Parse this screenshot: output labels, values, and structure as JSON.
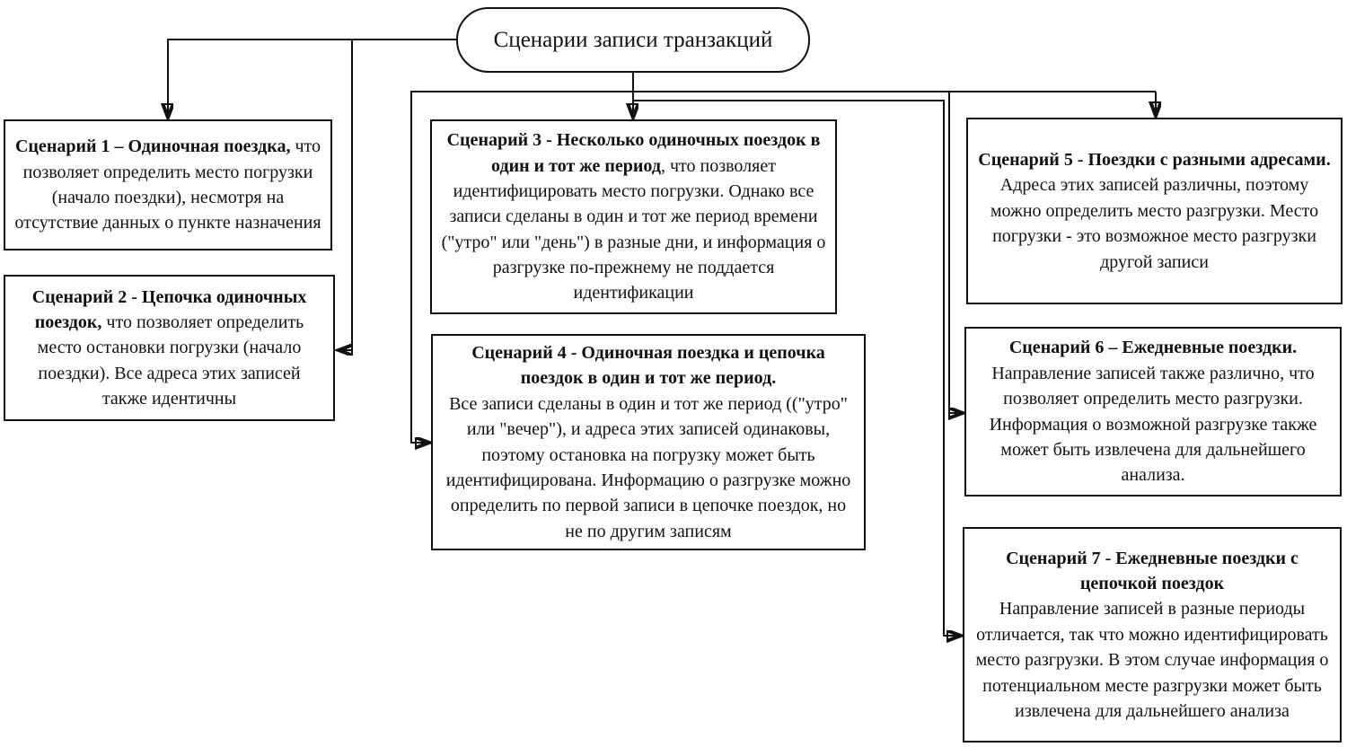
{
  "diagram": {
    "title": "Сценарии записи транзакций"
  },
  "scenarios": [
    {
      "heading": "Сценарий 1 – Одиночная поездка,",
      "body": " что позволяет определить место погрузки (начало поездки), несмотря на отсутствие данных о пункте назначения"
    },
    {
      "heading": "Сценарий 2 - Цепочка одиночных поездок,",
      "body": " что позволяет определить место остановки погрузки (начало поездки). Все адреса этих записей также идентичны"
    },
    {
      "heading": "Сценарий 3 - Несколько одиночных поездок в один и тот же период",
      "body": ", что позволяет идентифицировать место погрузки. Однако все записи сделаны в один и тот же период времени (\"утро\" или \"день\") в разные дни, и информация о разгрузке по-прежнему не поддается идентификации"
    },
    {
      "heading": "Сценарий 4 - Одиночная поездка и цепочка поездок в один и тот же период.",
      "body": "Все записи сделаны в один и тот же период ((\"утро\" или \"вечер\"), и адреса этих записей одинаковы, поэтому остановка на погрузку может быть идентифицирована. Информацию о разгрузке можно определить по первой записи в цепочке поездок, но не по другим записям"
    },
    {
      "heading": "Сценарий 5 - Поездки с разными адресами.",
      "body": "Адреса этих записей различны, поэтому можно определить место разгрузки. Место погрузки - это возможное место разгрузки другой записи"
    },
    {
      "heading": "Сценарий 6 – Ежедневные поездки.",
      "body": "Направление записей также различно, что позволяет определить место разгрузки. Информация о возможной разгрузке также может быть извлечена для дальнейшего анализа."
    },
    {
      "heading": "Сценарий 7 - Ежедневные поездки с цепочкой поездок",
      "body": "Направление записей в разные периоды отличается, так что можно идентифицировать место разгрузки. В этом случае информация о потенциальном месте разгрузки может быть извлечена для дальнейшего анализа"
    }
  ],
  "colors": {
    "line": "#111111",
    "background": "#ffffff"
  }
}
